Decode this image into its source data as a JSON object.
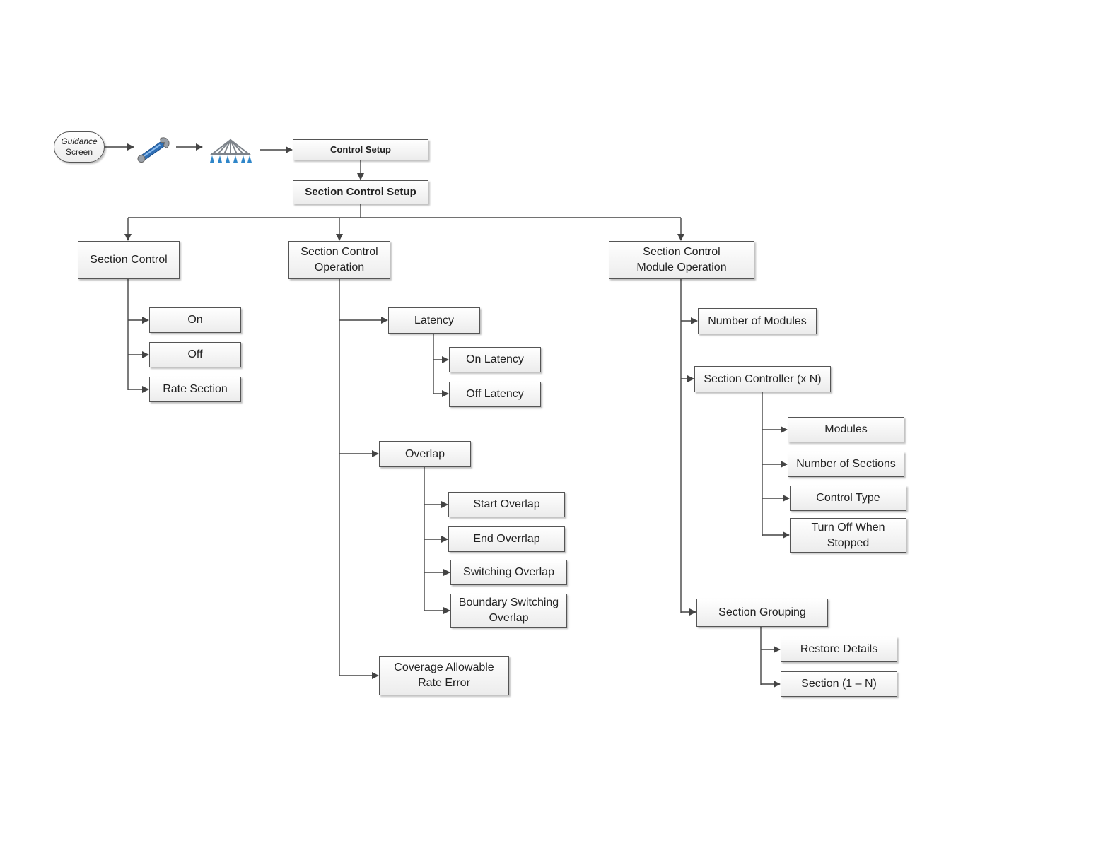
{
  "start": {
    "line1": "Guidance",
    "line2": "Screen"
  },
  "icons": {
    "tool": "wrench-icon",
    "boom": "sprayer-boom-icon"
  },
  "nodes": {
    "control_setup": "Control Setup",
    "section_control_setup": "Section Control Setup",
    "section_control": "Section Control",
    "on": "On",
    "off": "Off",
    "rate_section": "Rate Section",
    "section_control_operation": [
      "Section Control",
      "Operation"
    ],
    "latency": "Latency",
    "on_latency": "On Latency",
    "off_latency": "Off Latency",
    "overlap": "Overlap",
    "start_overlap": "Start Overlap",
    "end_overrlap": "End Overrlap",
    "switching_overlap": "Switching Overlap",
    "boundary_switching_overlap": [
      "Boundary Switching",
      "Overlap"
    ],
    "coverage_allowable_rate_error": [
      "Coverage Allowable",
      "Rate Error"
    ],
    "section_control_module_operation": [
      "Section Control",
      "Module Operation"
    ],
    "number_of_modules": "Number of Modules",
    "section_controller": "Section Controller (x N)",
    "modules": "Modules",
    "number_of_sections": "Number of Sections",
    "control_type": "Control Type",
    "turn_off_when_stopped": [
      "Turn Off When",
      "Stopped"
    ],
    "section_grouping": "Section Grouping",
    "restore_details": "Restore Details",
    "section_1_n": "Section (1 – N)"
  },
  "colors": {
    "line": "#444444",
    "icon_blue": "#2f6fb5",
    "icon_grey": "#8a8f96"
  }
}
